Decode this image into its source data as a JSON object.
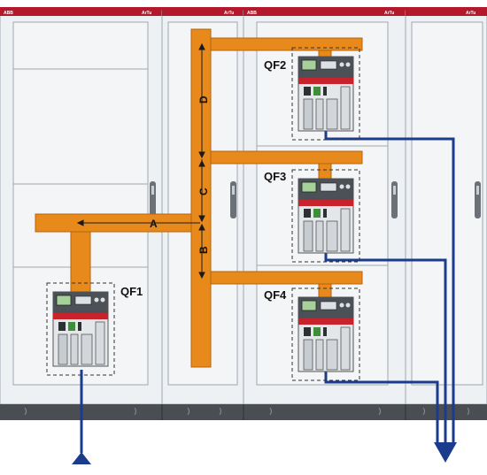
{
  "cabinet": {
    "brand": "ABB",
    "model": "ArTu"
  },
  "breakers": [
    {
      "id": "qf1",
      "label": "QF1"
    },
    {
      "id": "qf2",
      "label": "QF2"
    },
    {
      "id": "qf3",
      "label": "QF3"
    },
    {
      "id": "qf4",
      "label": "QF4"
    }
  ],
  "busbar_segments": [
    {
      "id": "a",
      "label": "A"
    },
    {
      "id": "b",
      "label": "B"
    },
    {
      "id": "c",
      "label": "C"
    },
    {
      "id": "d",
      "label": "D"
    }
  ],
  "colors": {
    "busbar": "#E8891C",
    "busbar_edge": "#B5650C",
    "cable": "#1B3C8C",
    "header_red": "#B3192A",
    "panel_fill": "#EEF1F4",
    "panel_line": "#9EA6AE",
    "plinth": "#4A4E53",
    "breaker_red": "#C8232C"
  },
  "flow": {
    "incoming_arrow": "up-triangle-icon",
    "outgoing_arrow": "down-triangle-icon"
  }
}
